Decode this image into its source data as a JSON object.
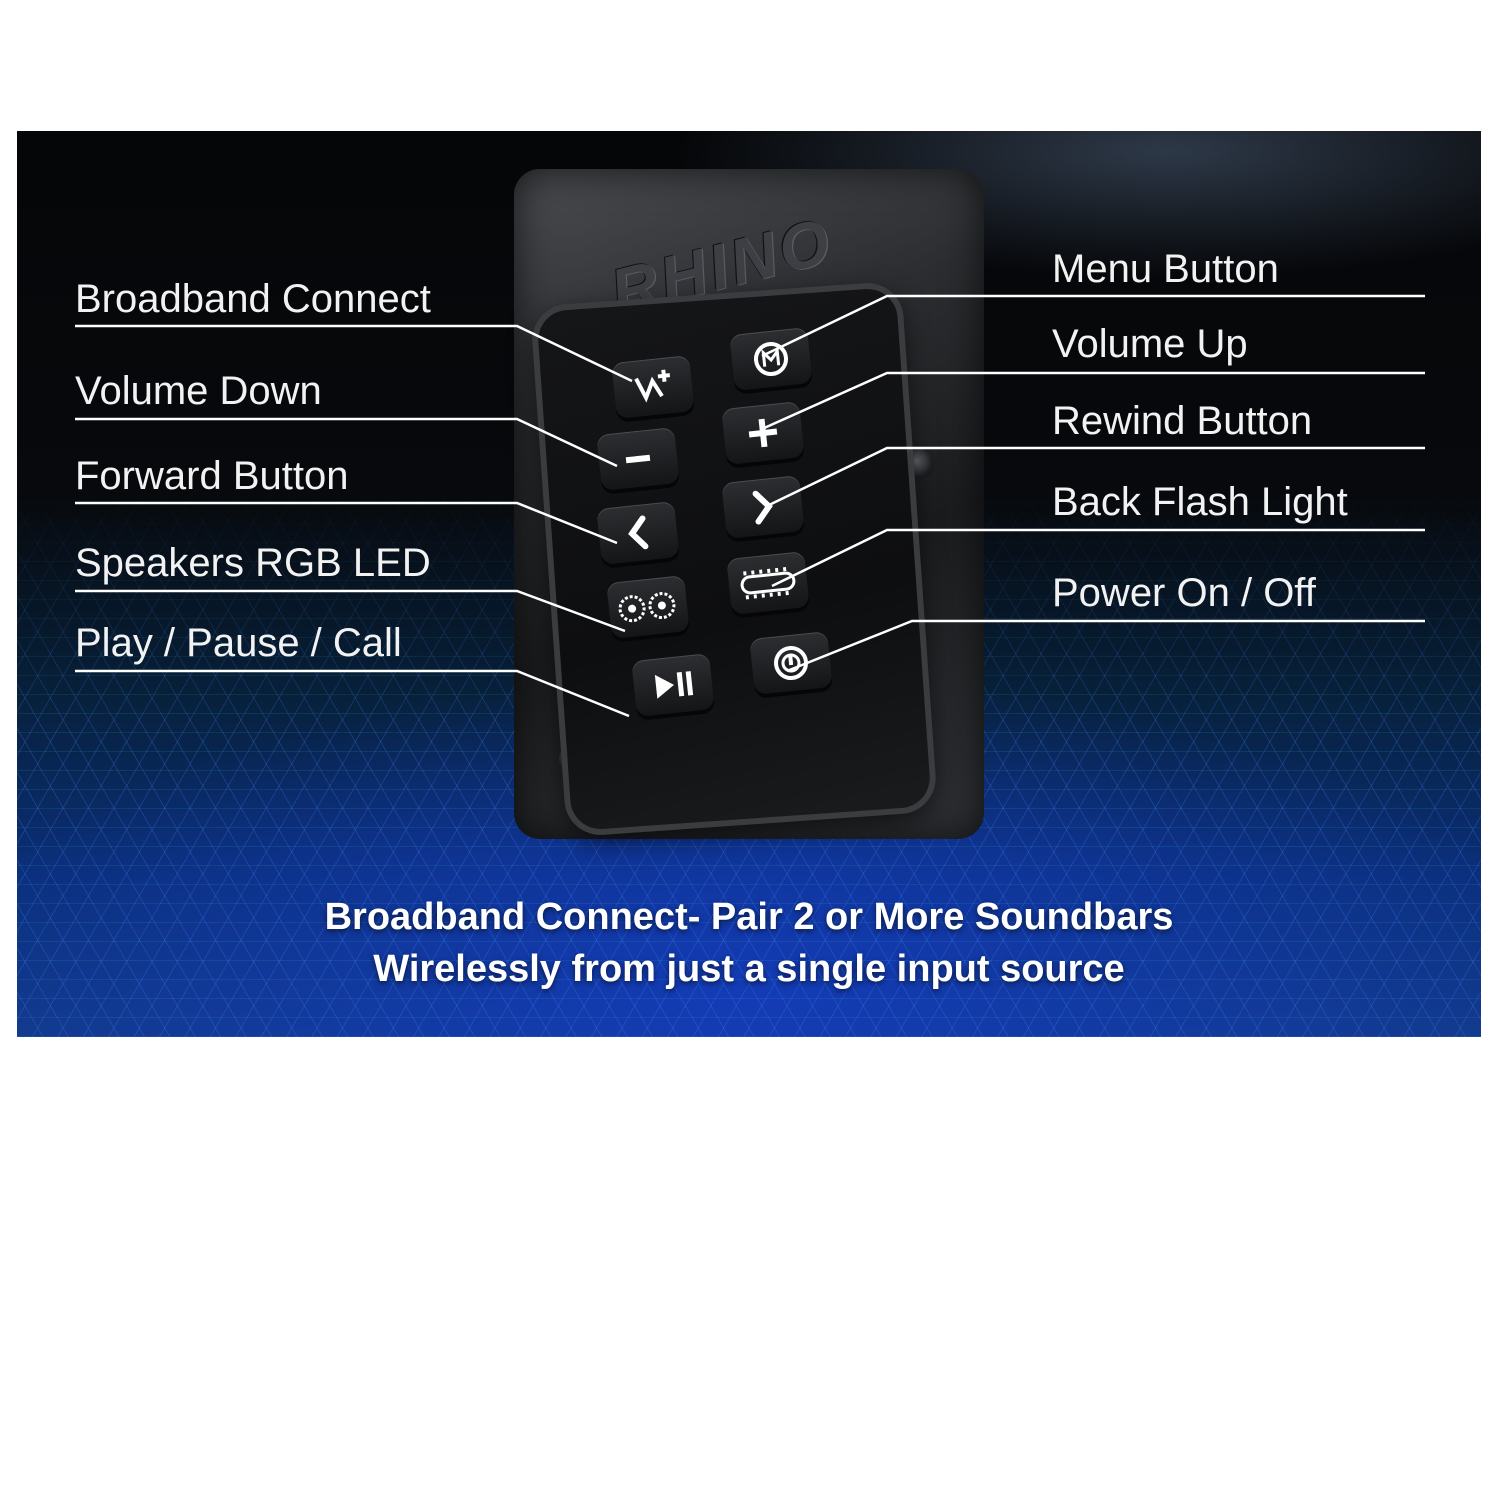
{
  "callouts": {
    "left": [
      "Broadband Connect",
      "Volume Down",
      "Forward Button",
      "Speakers RGB LED",
      "Play / Pause / Call"
    ],
    "right": [
      "Menu Button",
      "Volume Up",
      "Rewind Button",
      "Back Flash Light",
      "Power On / Off"
    ]
  },
  "device": {
    "brand_logo": "RHINO",
    "buttons_left": [
      "broadband-connect-icon",
      "minus-icon",
      "chevron-left-icon",
      "rgb-led-icon",
      "play-pause-icon"
    ],
    "buttons_right": [
      "menu-m-icon",
      "plus-icon",
      "chevron-right-icon",
      "flash-light-icon",
      "power-icon"
    ]
  },
  "caption": {
    "line1": "Broadband Connect- Pair 2 or More Soundbars",
    "line2": "Wirelessly from just a single input source"
  },
  "colors": {
    "text": "#f2f2f2",
    "background_top": "#050608",
    "background_bottom": "#123a8a",
    "hex_grid": "#468cff"
  }
}
